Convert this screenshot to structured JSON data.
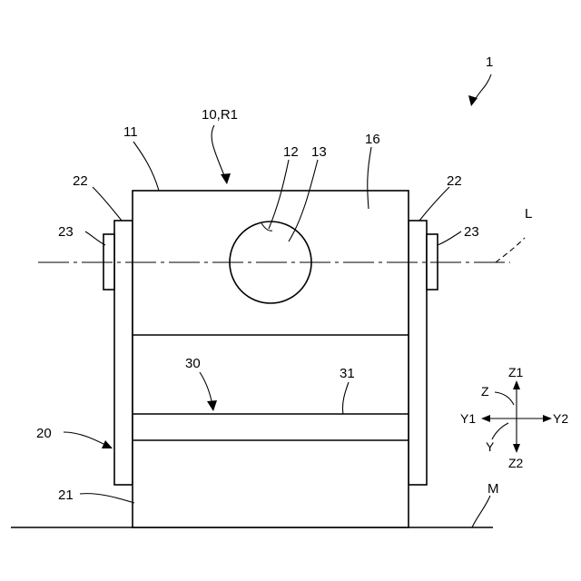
{
  "figure": {
    "labels": {
      "device": "1",
      "unit": "10,R1",
      "body": "11",
      "hole": "12",
      "shaft": "13",
      "face": "16",
      "frame": "20",
      "frame_base": "21",
      "bracket_left": "22",
      "bracket_right": "22",
      "pin_left": "23",
      "pin_right": "23",
      "band_group": "30",
      "band": "31",
      "axis_line": "L",
      "floor": "M"
    },
    "axes": {
      "z1": "Z1",
      "z2": "Z2",
      "y1": "Y1",
      "y2": "Y2",
      "z": "Z",
      "y": "Y"
    }
  }
}
